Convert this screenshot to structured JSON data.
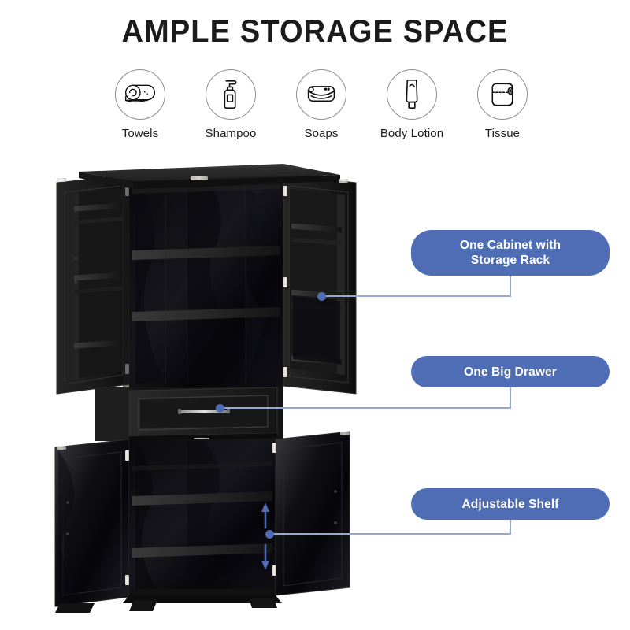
{
  "header": {
    "title": "AMPLE STORAGE SPACE"
  },
  "feature_icons": [
    {
      "icon": "rolled-towel-icon",
      "label": "Towels"
    },
    {
      "icon": "shampoo-pump-bottle-icon",
      "label": "Shampoo"
    },
    {
      "icon": "soap-bar-icon",
      "label": "Soaps"
    },
    {
      "icon": "lotion-tube-icon",
      "label": "Body Lotion"
    },
    {
      "icon": "tissue-roll-icon",
      "label": "Tissue"
    }
  ],
  "callouts": [
    {
      "label": "One Cabinet with\nStorage Rack",
      "line1": "One Cabinet with",
      "line2": "Storage Rack"
    },
    {
      "label": "One Big Drawer",
      "line1": "One Big Drawer",
      "line2": ""
    },
    {
      "label": "Adjustable Shelf",
      "line1": "Adjustable Shelf",
      "line2": ""
    }
  ],
  "colors": {
    "accent_blue": "#4e6db5",
    "leader_line": "#95a9d4",
    "title_black": "#1b1b1b",
    "cabinet_black": "#121212",
    "background": "#ffffff"
  },
  "product": {
    "name": "tall-black-storage-cabinet",
    "finish": "black",
    "upper_cabinet": {
      "doors": 2,
      "door_racks": 2,
      "interior_shelves": 3
    },
    "drawer": {
      "count": 1,
      "handle": "bar-handle"
    },
    "lower_cabinet": {
      "doors": 2,
      "interior_shelves": 3,
      "adjustable": true
    }
  }
}
